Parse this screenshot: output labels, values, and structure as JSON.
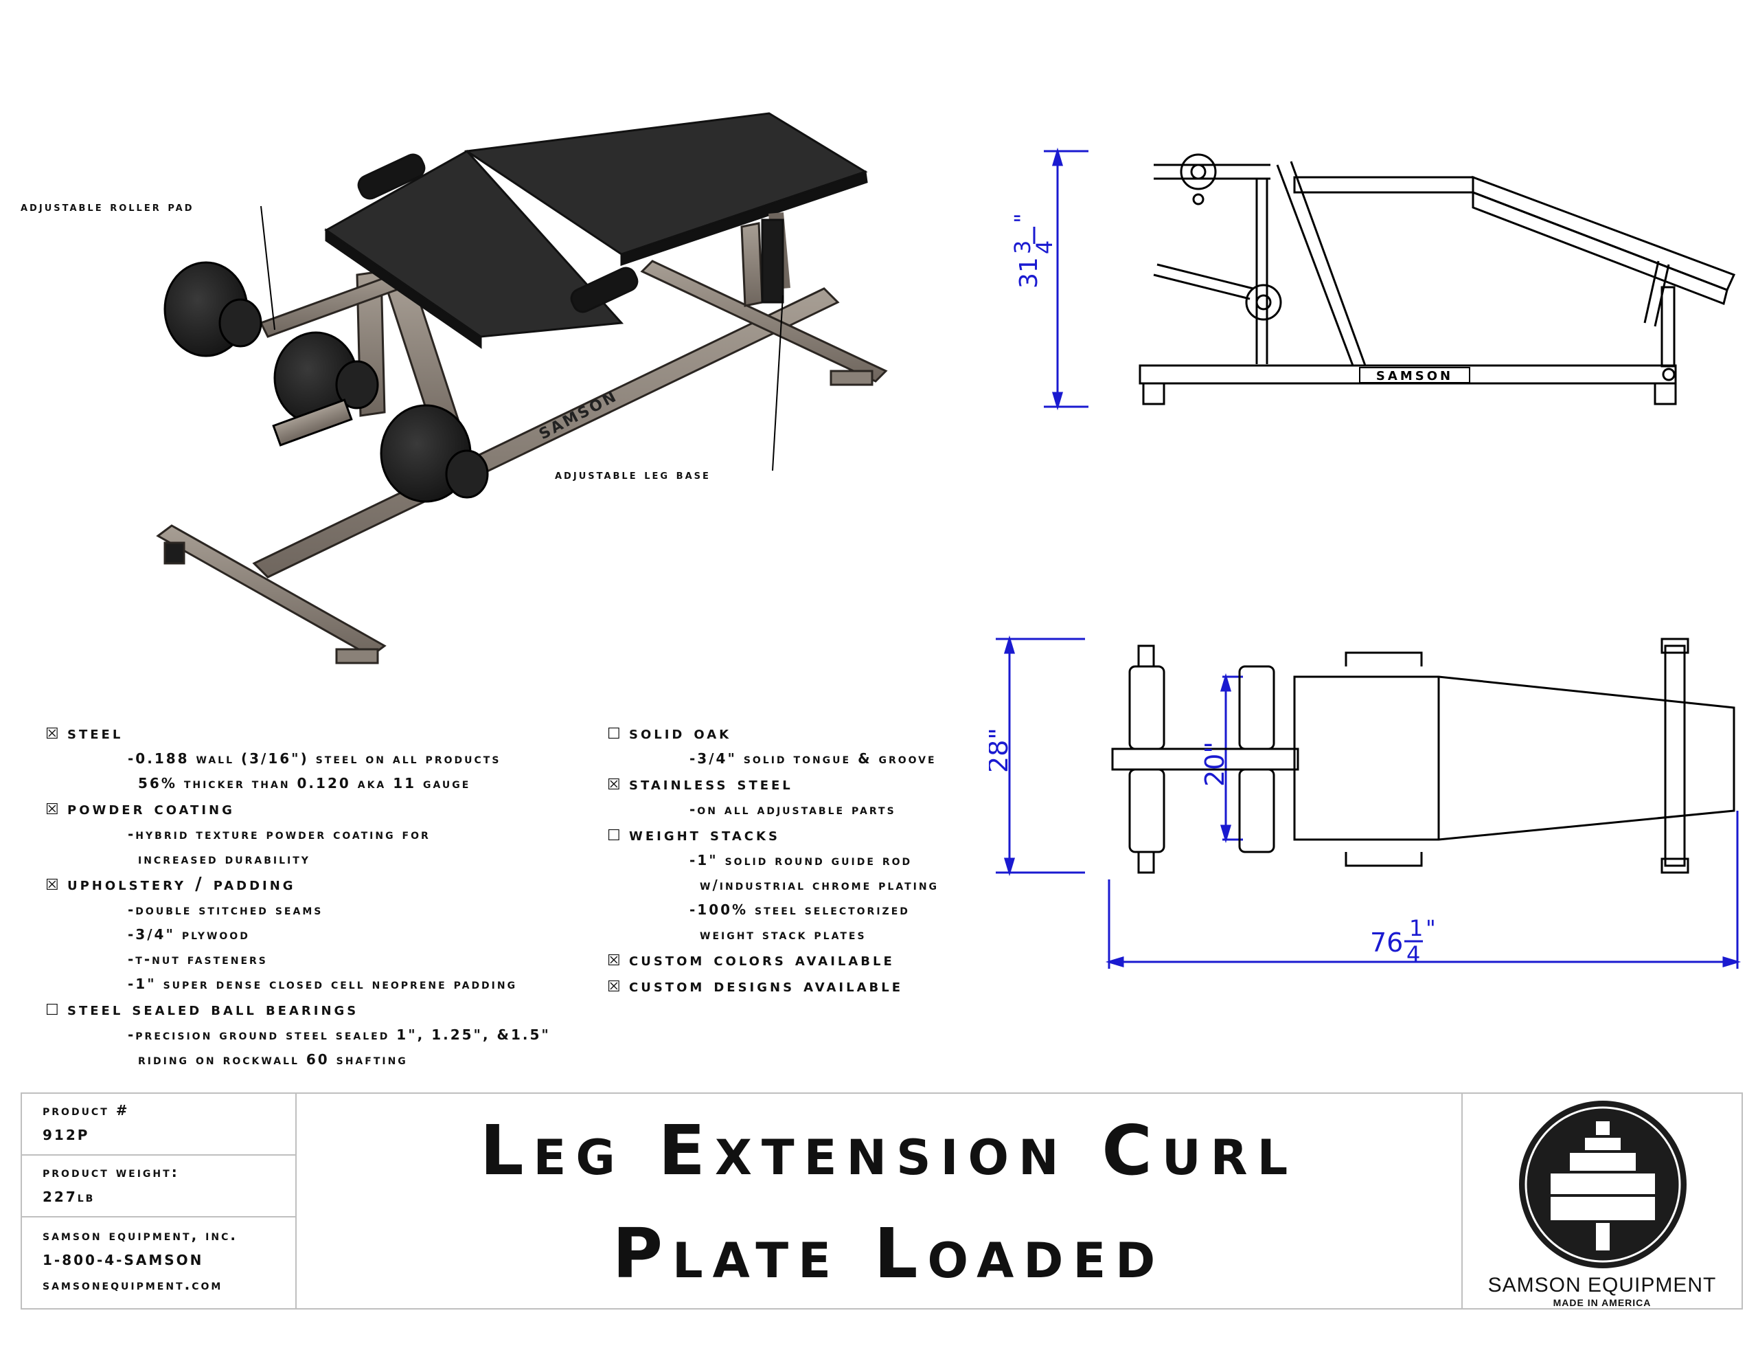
{
  "callouts": {
    "roller_pad": "Adjustable roller pad",
    "leg_base": "Adjustable leg base"
  },
  "frame_text": "SAMSON",
  "dimensions": {
    "height_whole": "31",
    "height_num": "3",
    "height_den": "4",
    "height_unit": "\"",
    "width": "28\"",
    "seat_width": "20\"",
    "length_whole": "76",
    "length_num": "1",
    "length_den": "4",
    "length_unit": "\""
  },
  "features_left": [
    {
      "checked": true,
      "title": "Steel",
      "lines": [
        "-0.188 Wall (3/16\") Steel On ALL Products",
        " 56% Thicker than 0.120 AKA 11 Gauge"
      ]
    },
    {
      "checked": true,
      "title": "Powder Coating",
      "lines": [
        "-Hybrid Texture Powder Coating For",
        " Increased Durability"
      ]
    },
    {
      "checked": true,
      "title": "Upholstery / Padding",
      "lines": [
        "-Double Stitched Seams",
        "-3/4\" Plywood",
        "-T-Nut Fasteners",
        "-1\" Super Dense Closed Cell Neoprene Padding"
      ]
    },
    {
      "checked": false,
      "title": "Steel Sealed Ball Bearings",
      "lines": [
        "-Precision Ground Steel Sealed 1\", 1.25\", &1.5\"",
        " Riding on Rockwall 60 Shafting"
      ]
    }
  ],
  "features_right": [
    {
      "checked": false,
      "title": "Solid Oak",
      "lines": [
        "-3/4\" Solid Tongue & Groove"
      ]
    },
    {
      "checked": true,
      "title": "Stainless Steel",
      "lines": [
        "-On ALL Adjustable Parts"
      ]
    },
    {
      "checked": false,
      "title": "Weight Stacks",
      "lines": [
        "-1\" Solid Round Guide Rod",
        " w/Industrial Chrome Plating",
        "-100% Steel Selectorized",
        " Weight Stack Plates"
      ]
    },
    {
      "checked": true,
      "title": "Custom Colors Available",
      "lines": []
    },
    {
      "checked": true,
      "title": "Custom Designs Available",
      "lines": []
    }
  ],
  "title_block": {
    "product_label": "Product #",
    "product_value": "912P",
    "weight_label": "Product Weight:",
    "weight_value": "227lb",
    "company": "Samson Equipment, Inc.",
    "phone": "1-800-4-SAMSON",
    "website": "samsonequipment.com",
    "title_line1": "Leg Extension Curl",
    "title_line2": "Plate Loaded",
    "brand": "SAMSON EQUIPMENT",
    "tagline": "MADE IN AMERICA"
  }
}
